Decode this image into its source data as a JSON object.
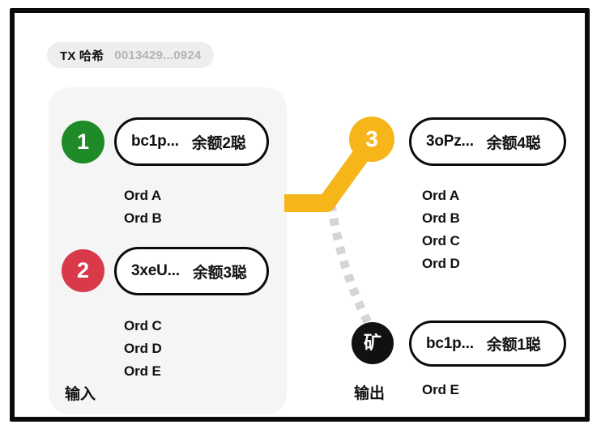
{
  "diagram": {
    "tx": {
      "label": "TX 哈希",
      "hash": "0013429...0924"
    },
    "inputs": {
      "caption": "输入",
      "entries": [
        {
          "index": "1",
          "index_color": "#1f8a28",
          "address": "bc1p...",
          "balance": "余额2聪",
          "ords": [
            "Ord A",
            "Ord B"
          ]
        },
        {
          "index": "2",
          "index_color": "#d93a4a",
          "address": "3xeU...",
          "balance": "余额3聪",
          "ords": [
            "Ord C",
            "Ord D",
            "Ord E"
          ]
        }
      ]
    },
    "outputs": {
      "caption": "输出",
      "entries": [
        {
          "index": "3",
          "index_color": "#f6b61a",
          "address": "3oPz...",
          "balance": "余额4聪",
          "ords": [
            "Ord A",
            "Ord B",
            "Ord C",
            "Ord D"
          ]
        },
        {
          "index": "矿",
          "index_color": "#111111",
          "address": "bc1p...",
          "balance": "余额1聪",
          "ords": [
            "Ord E"
          ]
        }
      ]
    },
    "connectors": [
      {
        "name": "value-flow",
        "style": "solid",
        "color": "#f6b61a"
      },
      {
        "name": "fee-flow",
        "style": "dashed",
        "color": "#d4d4d4"
      }
    ]
  }
}
